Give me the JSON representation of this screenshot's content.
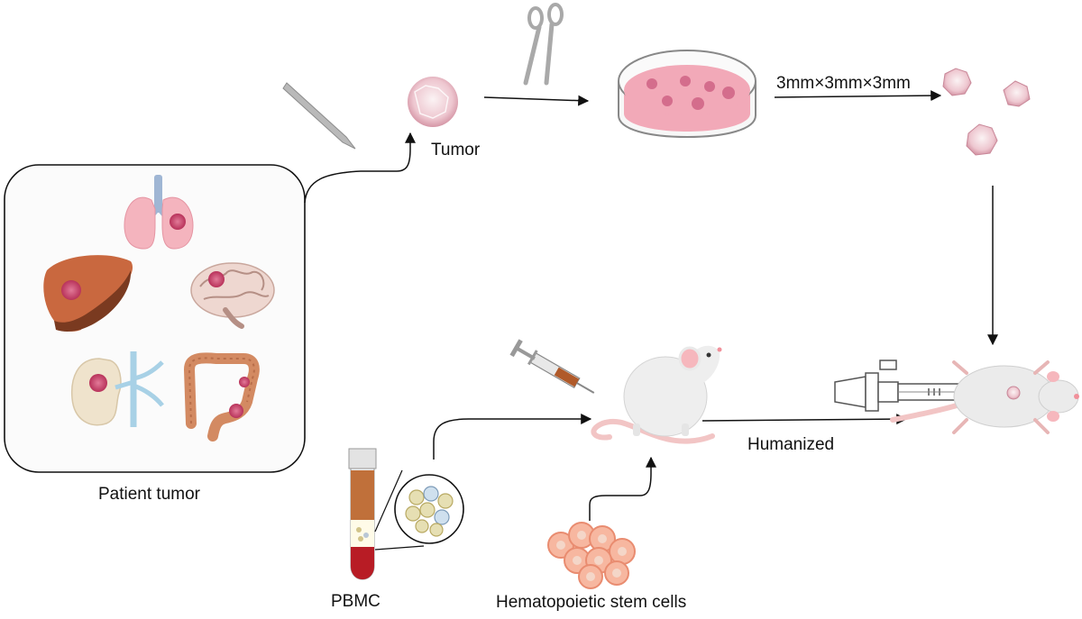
{
  "labels": {
    "tumor": "Tumor",
    "dimensions": "3mm×3mm×3mm",
    "patient_tumor": "Patient tumor",
    "humanized": "Humanized",
    "pbmc": "PBMC",
    "hsc": "Hematopoietic stem cells"
  },
  "colors": {
    "arrow": "#111111",
    "tumor_pink": "#e8b9c6",
    "petri_medium": "#f2a9b8",
    "lung": "#f4b4be",
    "liver": "#c9683f",
    "brain": "#eed7d0",
    "kidney": "#efe3cc",
    "colon": "#d38a62",
    "tumor_spot": "#c8406a",
    "mouse_body": "#eeeeee",
    "mouse_tail": "#f2c5c5",
    "blood": "#b81c25",
    "plasma": "#c0703a",
    "stem_cell": "#f7b7a0"
  },
  "icons": [
    "scalpel-icon",
    "scissors-icon",
    "petri-dish-icon",
    "lungs-icon",
    "liver-icon",
    "brain-icon",
    "kidney-icon",
    "colon-icon",
    "syringe-icon",
    "mouse-icon",
    "trocar-icon",
    "blood-tube-icon",
    "pbmc-cells-icon",
    "stem-cells-icon"
  ]
}
